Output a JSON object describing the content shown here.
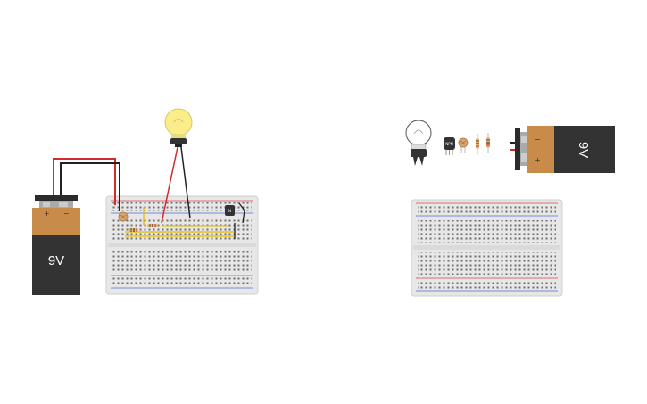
{
  "circuit_left": {
    "battery": {
      "label": "9V",
      "terminal_plus": "+",
      "terminal_minus": "−"
    },
    "transistor": {
      "label": "N"
    }
  },
  "parts_bin": {
    "battery": {
      "label": "9V",
      "terminal_plus": "+",
      "terminal_minus": "−"
    },
    "transistor": {
      "label": "NPN"
    }
  },
  "colors": {
    "wire_red": "#d42a2a",
    "wire_black": "#222222",
    "wire_yellow": "#e6c21a",
    "battery_copper": "#c98b4a",
    "battery_body": "#333333",
    "bulb_glow": "#fbee8a",
    "breadboard": "#e9e9e9",
    "rail_red": "#d84545",
    "rail_blue": "#4a6fd8"
  },
  "icons": [
    "battery-icon",
    "light-bulb-icon",
    "transistor-icon",
    "photoresistor-icon",
    "resistor-icon",
    "breadboard-icon"
  ]
}
